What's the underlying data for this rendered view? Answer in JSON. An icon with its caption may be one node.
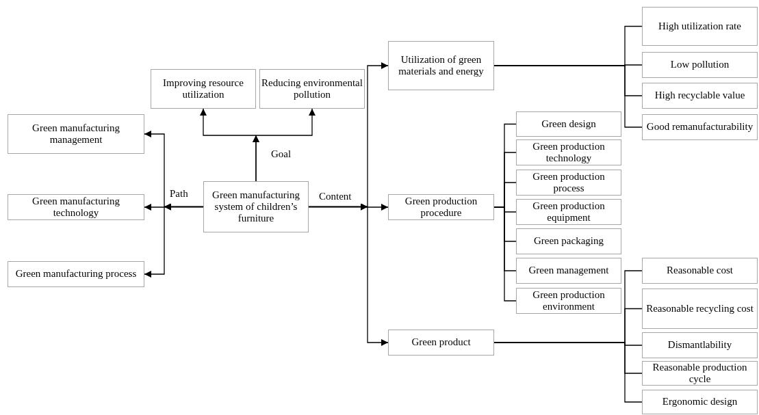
{
  "diagram": {
    "nodes": [
      {
        "text": [
          "Green manufacturing system of children’s furniture"
        ]
      },
      {
        "text": [
          "Improving resource utilization"
        ]
      },
      {
        "text": [
          "Reducing environmental pollution"
        ]
      },
      {
        "text": [
          "Green manufacturing management"
        ]
      },
      {
        "text": [
          "Green manufacturing technology"
        ]
      },
      {
        "text": [
          "Green manufacturing process"
        ]
      },
      {
        "text": [
          "Utilization of green materials and energy"
        ]
      },
      {
        "text": [
          "Green production procedure"
        ]
      },
      {
        "text": [
          "Green product"
        ]
      },
      {
        "text": [
          "High utilization rate"
        ]
      },
      {
        "text": [
          "Low pollution"
        ]
      },
      {
        "text": [
          "High recyclable value"
        ]
      },
      {
        "text": [
          "Good remanufacturability"
        ]
      },
      {
        "text": [
          "Green design"
        ]
      },
      {
        "text": [
          "Green production technology"
        ]
      },
      {
        "text": [
          "Green production process"
        ]
      },
      {
        "text": [
          "Green production equipment"
        ]
      },
      {
        "text": [
          "Green packaging"
        ]
      },
      {
        "text": [
          "Green management"
        ]
      },
      {
        "text": [
          "Green production environment"
        ]
      },
      {
        "text": [
          "Reasonable cost"
        ]
      },
      {
        "text": [
          "Reasonable recycling cost"
        ]
      },
      {
        "text": [
          "Dismantlability"
        ]
      },
      {
        "text": [
          "Reasonable production cycle"
        ]
      },
      {
        "text": [
          "Ergonomic design"
        ]
      }
    ],
    "edges": [
      {
        "from": 0,
        "to": 1,
        "arrow": "to",
        "label": "Goal"
      },
      {
        "from": 0,
        "to": 2,
        "arrow": "to"
      },
      {
        "from": 0,
        "to": 3,
        "arrow": "to",
        "label": "Path"
      },
      {
        "from": 0,
        "to": 4,
        "arrow": "to"
      },
      {
        "from": 0,
        "to": 5,
        "arrow": "to"
      },
      {
        "from": 0,
        "to": 6,
        "arrow": "to",
        "label": "Content"
      },
      {
        "from": 0,
        "to": 7,
        "arrow": "to"
      },
      {
        "from": 0,
        "to": 8,
        "arrow": "to"
      },
      {
        "from": 6,
        "to": 9,
        "arrow": "none"
      },
      {
        "from": 6,
        "to": 10,
        "arrow": "none"
      },
      {
        "from": 6,
        "to": 11,
        "arrow": "none"
      },
      {
        "from": 6,
        "to": 12,
        "arrow": "none"
      },
      {
        "from": 7,
        "to": 13,
        "arrow": "none"
      },
      {
        "from": 7,
        "to": 14,
        "arrow": "none"
      },
      {
        "from": 7,
        "to": 15,
        "arrow": "none"
      },
      {
        "from": 7,
        "to": 16,
        "arrow": "none"
      },
      {
        "from": 7,
        "to": 17,
        "arrow": "none"
      },
      {
        "from": 7,
        "to": 18,
        "arrow": "none"
      },
      {
        "from": 7,
        "to": 19,
        "arrow": "none"
      },
      {
        "from": 8,
        "to": 20,
        "arrow": "none"
      },
      {
        "from": 8,
        "to": 21,
        "arrow": "none"
      },
      {
        "from": 8,
        "to": 22,
        "arrow": "none"
      },
      {
        "from": 8,
        "to": 23,
        "arrow": "none"
      },
      {
        "from": 8,
        "to": 24,
        "arrow": "none"
      }
    ]
  }
}
